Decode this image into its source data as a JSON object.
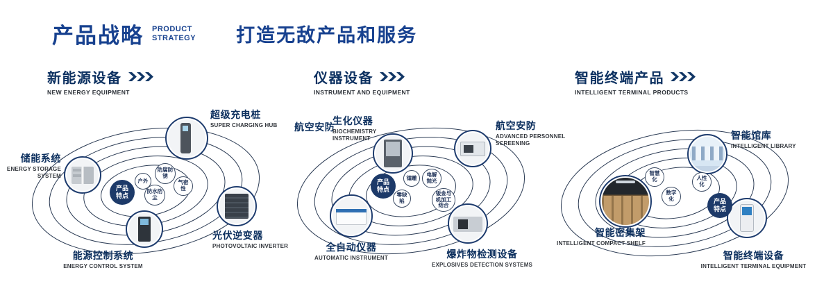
{
  "colors": {
    "primary_blue": "#17418f",
    "dark_navy": "#0d3161",
    "badge_navy": "#1d3a69",
    "ring_stroke": "#2c3c55"
  },
  "header": {
    "title": "产品战略",
    "subtitle_line1": "PRODUCT",
    "subtitle_line2": "STRATEGY",
    "slogan": "打造无敌产品和服务"
  },
  "sections": [
    {
      "title": "新能源设备",
      "subtitle": "NEW ENERGY EQUIPMENT",
      "badge": {
        "l1": "产品",
        "l2": "特点"
      },
      "features": [
        "户外",
        "防腐防锈",
        "气密性",
        "防水防尘"
      ],
      "products": [
        {
          "name": "超级充电桩",
          "en": "SUPER CHARGING HUB"
        },
        {
          "name": "储能系统",
          "en": "ENERGY STORAGE SYSTEM"
        },
        {
          "name": "光伏逆变器",
          "en": "PHOTOVOLTAIC INVERTER"
        },
        {
          "name": "能源控制系统",
          "en": "ENERGY CONTROL SYSTEM"
        }
      ]
    },
    {
      "title": "仪器设备",
      "subtitle": "INSTRUMENT AND EQUIPMENT",
      "side_label": "航空安防",
      "badge": {
        "l1": "产品",
        "l2": "特点"
      },
      "features": [
        "镭雕",
        "电解抛光",
        "零缺陷",
        "钣金与机加工结合"
      ],
      "products": [
        {
          "name": "生化仪器",
          "en": "BIOCHEMISTRY INSTRUMENT"
        },
        {
          "name": "航空安防",
          "en": "ADVANCED PERSONNEL SCREENING"
        },
        {
          "name": "全自动仪器",
          "en": "AUTOMATIC INSTRUMENT"
        },
        {
          "name": "爆炸物检测设备",
          "en": "EXPLOSIVES DETECTION SYSTEMS"
        }
      ]
    },
    {
      "title": "智能终端产品",
      "subtitle": "INTELLIGENT TERMINAL PRODUCTS",
      "badge": {
        "l1": "产品",
        "l2": "特点"
      },
      "features": [
        "智慧化",
        "人性化",
        "数字化"
      ],
      "products": [
        {
          "name": "智能馆库",
          "en": "INTELLIGENT LIBRARY"
        },
        {
          "name": "智能密集架",
          "en": "INTELLIGENT COMPACT SHELF"
        },
        {
          "name": "智能终端设备",
          "en": "INTELLIGENT TERMINAL EQUIPMENT"
        }
      ]
    }
  ]
}
